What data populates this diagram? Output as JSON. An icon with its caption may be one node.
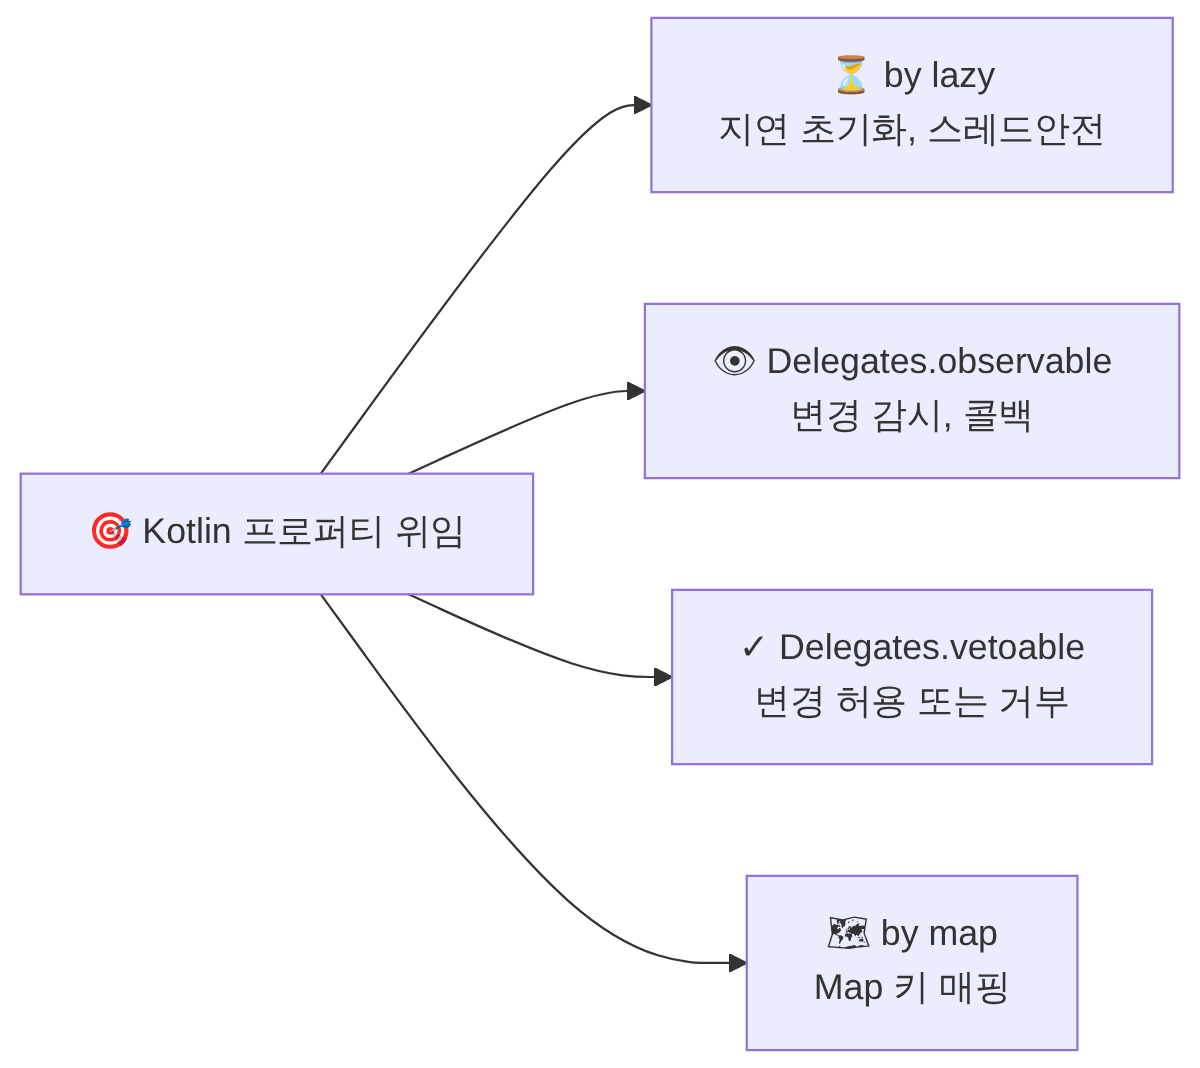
{
  "diagram": {
    "nodes": [
      {
        "text": [
          "🎯 Kotlin 프로퍼티 위임"
        ]
      },
      {
        "text": [
          "⏳ by lazy",
          "지연 초기화, 스레드안전"
        ]
      },
      {
        "text": [
          "👁 Delegates.observable",
          "변경 감시, 콜백"
        ]
      },
      {
        "text": [
          "✓ Delegates.vetoable",
          "변경 허용 또는 거부"
        ]
      },
      {
        "text": [
          "🗺 by map",
          "Map 키 매핑"
        ]
      }
    ],
    "edges": [
      {
        "from": 0,
        "to": 1,
        "arrow": "to"
      },
      {
        "from": 0,
        "to": 2,
        "arrow": "to"
      },
      {
        "from": 0,
        "to": 3,
        "arrow": "to"
      },
      {
        "from": 0,
        "to": 4,
        "arrow": "to"
      }
    ]
  }
}
